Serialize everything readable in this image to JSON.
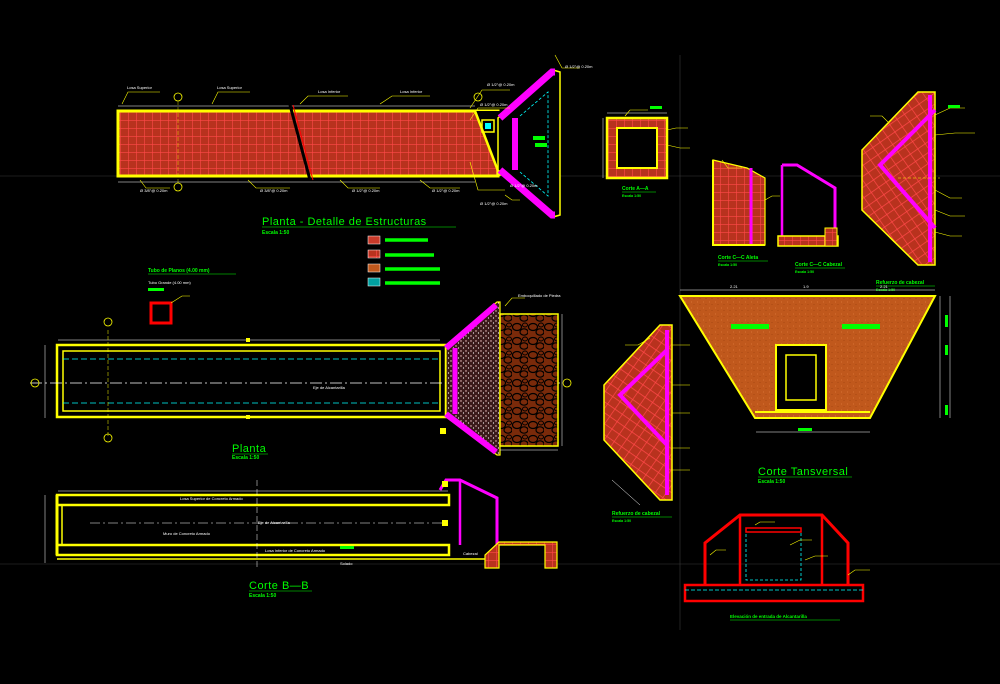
{
  "colors": {
    "background": "#000000",
    "wall": "#ffff00",
    "rebar": "#ff2a2a",
    "concrete_fill": "#c83a2a",
    "wingwall": "#ff00ff",
    "dimension": "#ffffff",
    "axis": "#00ffff",
    "title": "#00ff00",
    "soil": "#c0581c"
  },
  "views": {
    "plan_structures": {
      "title": "Planta  -  Detalle  de  Estructuras",
      "scale": "Escala 1:50",
      "top_labels": [
        "Losa Superior",
        "Losa Superior",
        "Losa Inferior",
        "Losa Inferior"
      ],
      "bottom_labels": [
        "Ø 3/8\"@ 0.20m",
        "Ø 3/8\"@ 0.20m",
        "Ø 1/2\"@ 0.20m",
        "Ø 1/2\"@ 0.20m",
        "Ø 1/2\"@ 0.20m"
      ],
      "right_labels": [
        "Ø 1/2\"@ 0.20m",
        "Ø 1/2\"@ 0.20m",
        "Ø 1/2\"@ 0.20m",
        "Ø 1/2\"@ 0.20m"
      ]
    },
    "section_aa": {
      "title": "Corte  A—A",
      "scale": "Escala 1:50"
    },
    "section_cc_wing": {
      "title": "Corte C—C Aleta",
      "scale": "Escala 1:50"
    },
    "section_cc_cabezal": {
      "title": "Corte C—C Cabezal",
      "scale": "Escala 1:50"
    },
    "cabezal_reinforcement": {
      "title": "Refuerzo de cabezal",
      "scale": "Escala 1:50"
    },
    "pipe_title": {
      "title": "Tubo de Planos (4.00 mm)",
      "note": "Tubo Grande (4.00 mm)"
    },
    "plan": {
      "title": "Planta",
      "scale": "Escala 1:50",
      "axis_label": "Eje de Alcantarilla",
      "riprap_label": "Emboquillado de Piedra"
    },
    "section_bb": {
      "title": "Corte  B—B",
      "scale": "Escala 1:50",
      "top_slab": "Losa Superior de Concreto Armado",
      "axis_label": "Eje de Alcantarilla",
      "wall_label": "Muro de Concreto Armado",
      "bottom_slab": "Losa Inferior de Concreto Armado",
      "solado": "Solado",
      "cabezal": "Cabezal"
    },
    "cross_section": {
      "title": "Corte  Tansversal",
      "scale": "Escala 1:50",
      "dims": [
        "2.21",
        "1.9",
        "2.21"
      ]
    },
    "wing_reinforcement": {
      "title": "Refuerzo de cabezal",
      "scale": "Escala 1:50"
    },
    "entry_elevation": {
      "title": "Elevación de entrada de Alcantarilla"
    }
  },
  "legend": [
    {
      "name": "legend-concrete",
      "color": "#c83a2a"
    },
    {
      "name": "legend-rebar",
      "color": "#ff2a2a"
    },
    {
      "name": "legend-soil",
      "color": "#c0581c"
    },
    {
      "name": "legend-stone",
      "color": "#00c0c0"
    }
  ]
}
